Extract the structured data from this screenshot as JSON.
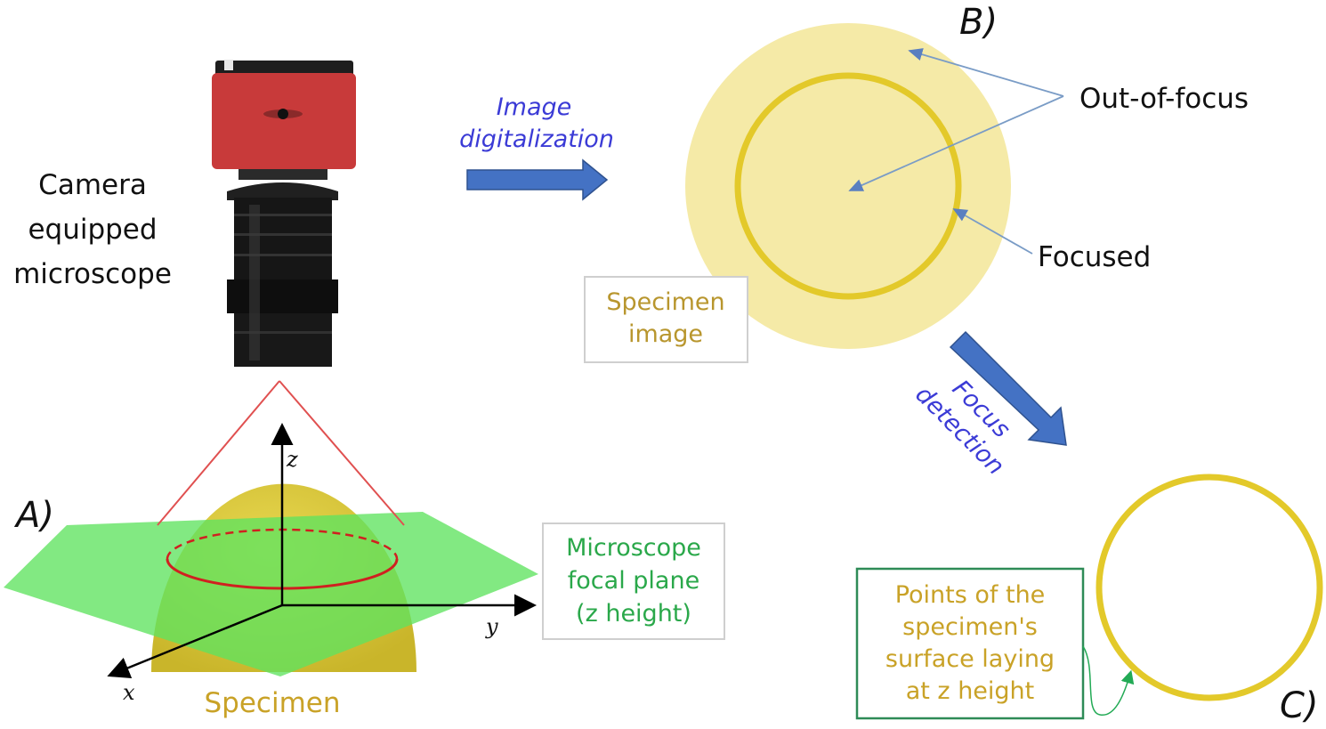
{
  "panel_labels": {
    "a": "A)",
    "b": "B)",
    "c": "C)"
  },
  "camera": {
    "label_lines": [
      "Camera",
      "equipped",
      "microscope"
    ],
    "body_color": "#c83a3a"
  },
  "specimen": {
    "label": "Specimen",
    "color": "#d9c63a"
  },
  "axes": {
    "x": "x",
    "y": "y",
    "z": "z"
  },
  "focal_plane": {
    "label_lines": [
      "Microscope",
      "focal plane",
      "(z height)"
    ],
    "color": "#5fe35f",
    "text_color": "#2aa84a"
  },
  "digitalization": {
    "label_lines": [
      "Image",
      "digitalization"
    ],
    "text_color": "#3b3bd6",
    "arrow_color": "#4472c4"
  },
  "specimen_image": {
    "label_lines": [
      "Specimen",
      "image"
    ],
    "text_color": "#b8962e",
    "disk_color": "#f5eaa7",
    "ring_color": "#e3c92a"
  },
  "annotations": {
    "out_of_focus": "Out-of-focus",
    "focused": "Focused",
    "pointer_color": "#7a9cc6"
  },
  "focus_detection": {
    "label_lines": [
      "Focus",
      "detection"
    ]
  },
  "surface_points": {
    "label_lines": [
      "Points of the",
      "specimen's",
      "surface laying",
      "at z height"
    ],
    "box_color": "#2e8b57",
    "text_color": "#c9a227"
  },
  "cone_color": "#e05050",
  "section_color": "#d02020"
}
